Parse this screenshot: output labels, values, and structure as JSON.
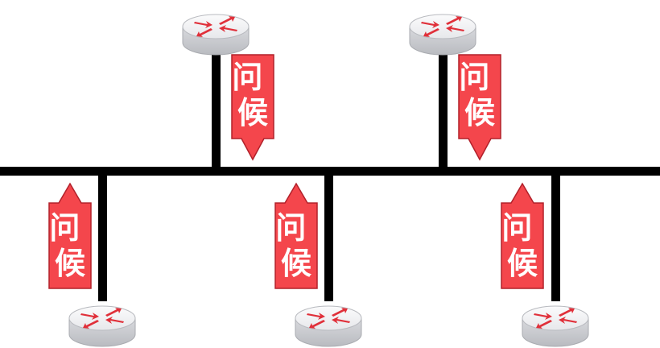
{
  "diagram": {
    "hello_label": "问候",
    "colors": {
      "bus": "#000000",
      "arrow_fill": "#f4464c",
      "arrow_stroke": "#b2202a",
      "router_top": "#f4f4f6",
      "router_side": "#cfd0d4",
      "router_glyph": "#e0303a",
      "background": "#ffffff"
    },
    "icons": {
      "router": "router-icon",
      "hello_arrow_down": "arrow-down-icon",
      "hello_arrow_up": "arrow-up-icon"
    },
    "routers": [
      {
        "id": "router-top-left",
        "position": "above-bus",
        "hello_direction": "down"
      },
      {
        "id": "router-top-right",
        "position": "above-bus",
        "hello_direction": "down"
      },
      {
        "id": "router-bottom-left",
        "position": "below-bus",
        "hello_direction": "up"
      },
      {
        "id": "router-bottom-middle",
        "position": "below-bus",
        "hello_direction": "up"
      },
      {
        "id": "router-bottom-right",
        "position": "below-bus",
        "hello_direction": "up"
      }
    ]
  }
}
